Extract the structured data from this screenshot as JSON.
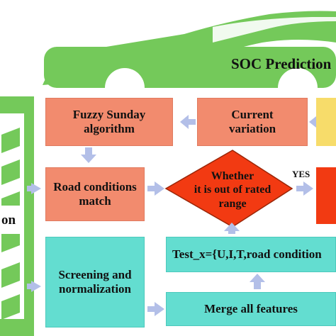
{
  "header": {
    "title": "SOC Prediction"
  },
  "left_panel": {
    "partial_label": "on"
  },
  "boxes": {
    "fuzzy": "Fuzzy Sunday\nalgorithm",
    "current": "Current\nvariation",
    "road": "Road conditions\nmatch",
    "decision": "Whether\nit is out of rated\nrange",
    "screening": "Screening and\nnormalization",
    "test": "Test_x={U,I,T,road condition",
    "merge": "Merge all features"
  },
  "edges": {
    "yes_label": "YES"
  },
  "colors": {
    "car_green": "#74c95a",
    "salmon": "#f28b6e",
    "teal": "#63ddd0",
    "red": "#f23a12",
    "yellow": "#f7dc6a",
    "arrow": "#b3bfe8"
  }
}
